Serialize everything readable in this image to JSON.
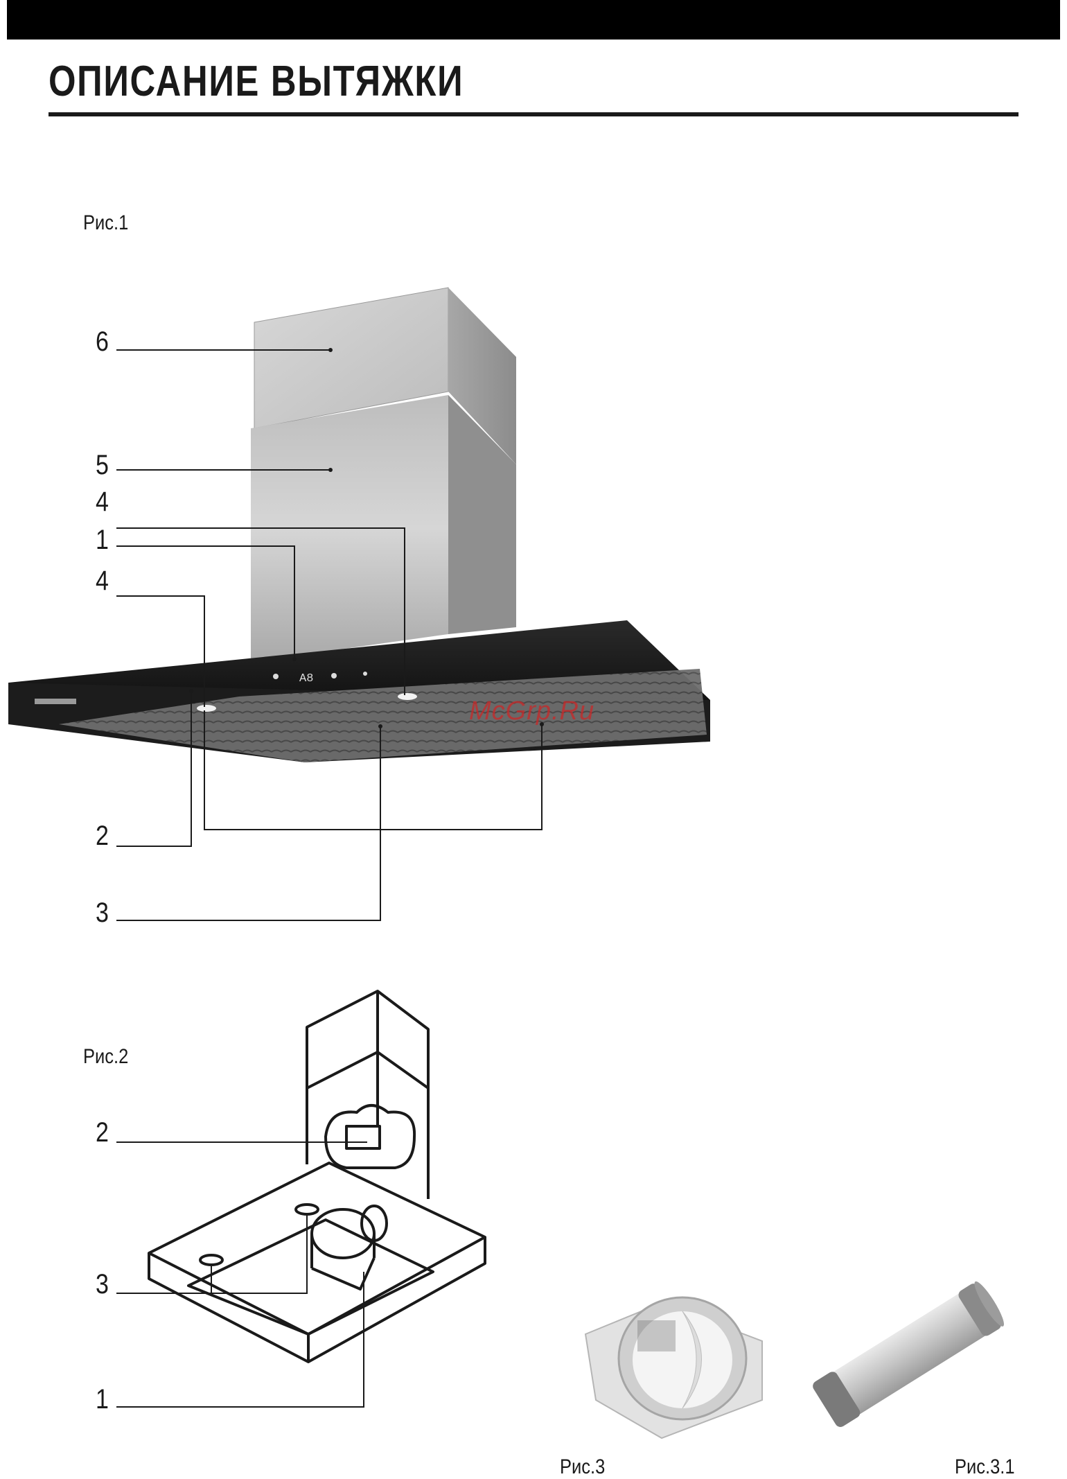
{
  "page": {
    "title": "ОПИСАНИЕ ВЫТЯЖКИ",
    "watermark": "McGrp.Ru"
  },
  "fig1": {
    "caption": "Рис.1",
    "labels": [
      "6",
      "5",
      "4",
      "1",
      "4",
      "2",
      "3"
    ],
    "panel_display": "A8"
  },
  "fig2": {
    "caption": "Рис.2",
    "labels": [
      "2",
      "3",
      "1"
    ]
  },
  "fig3": {
    "caption": "Рис.3"
  },
  "fig31": {
    "caption": "Рис.3.1"
  }
}
